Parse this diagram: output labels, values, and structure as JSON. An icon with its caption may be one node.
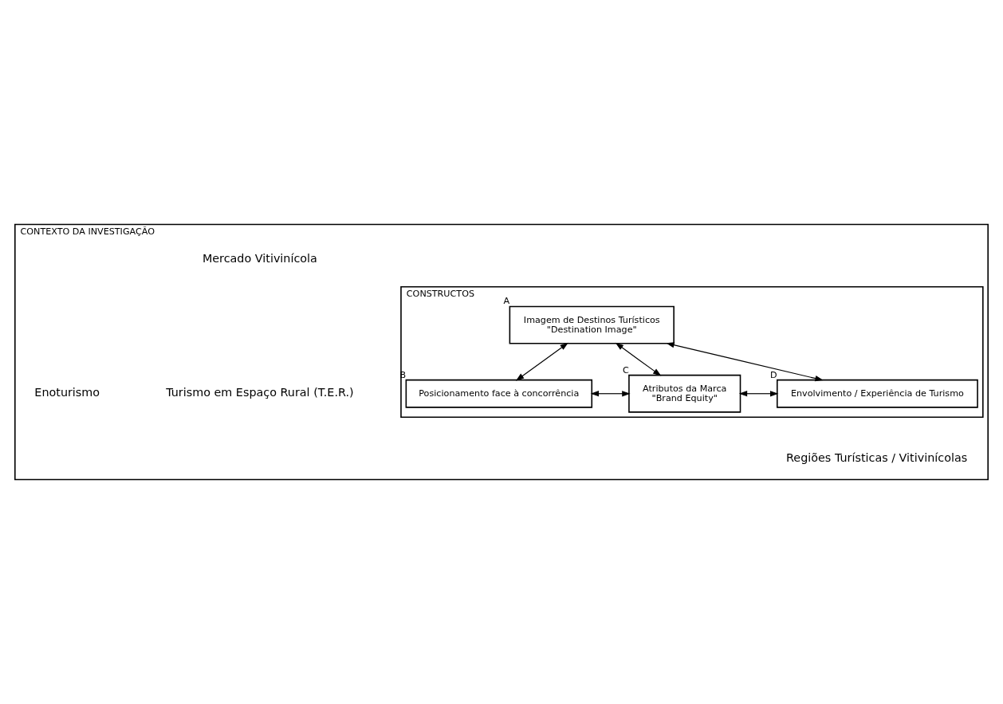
{
  "diagram": {
    "nodes": [
      {
        "text": [
          "CONTEXTO DA INVESTIGAÇÃO"
        ]
      },
      {
        "text": [
          "CONSTRUCTOS"
        ],
        "in": 0
      },
      {
        "text": [
          "Imagem de Destinos Turísticos",
          "\"Destination Image\""
        ],
        "beside": [
          "A"
        ],
        "in": 1
      },
      {
        "text": [
          "Posicionamento face à concorrência"
        ],
        "beside": [
          "B"
        ],
        "in": 1
      },
      {
        "text": [
          "Atributos da Marca",
          "\"Brand Equity\""
        ],
        "beside": [
          "C"
        ],
        "in": 1
      },
      {
        "text": [
          "Envolvimento / Experiência de Turismo"
        ],
        "beside": [
          "D"
        ],
        "in": 1
      }
    ],
    "edges": [
      {
        "from": 2,
        "to": 3,
        "arrow": "both"
      },
      {
        "from": 2,
        "to": 4,
        "arrow": "both"
      },
      {
        "from": 2,
        "to": 5,
        "arrow": "both"
      },
      {
        "from": 3,
        "to": 4,
        "arrow": "both"
      },
      {
        "from": 4,
        "to": 5,
        "arrow": "both"
      }
    ],
    "labels": [
      "Mercado Vitivinícola",
      "Enoturismo",
      "Turismo em Espaço Rural (T.E.R.)",
      "Regiões Turísticas / Vitivinícolas"
    ]
  }
}
